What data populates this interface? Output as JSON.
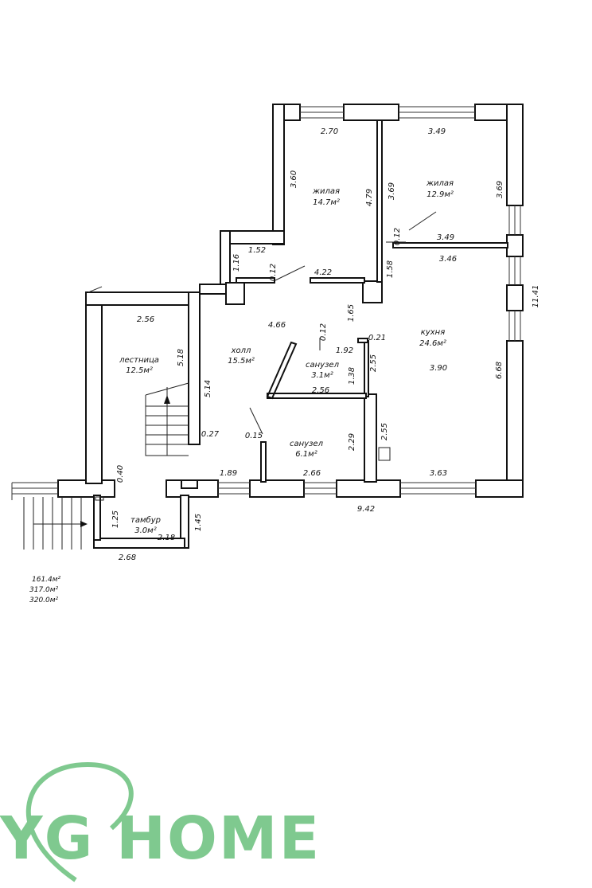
{
  "rooms": {
    "living1": {
      "name": "жилая",
      "area": "14.7м²"
    },
    "living2": {
      "name": "жилая",
      "area": "12.9м²"
    },
    "stairs": {
      "name": "лестница",
      "area": "12.5м²"
    },
    "hall": {
      "name": "холл",
      "area": "15.5м²"
    },
    "kitchen": {
      "name": "кухня",
      "area": "24.6м²"
    },
    "bath1": {
      "name": "санузел",
      "area": "3.1м²"
    },
    "bath2": {
      "name": "санузел",
      "area": "6.1м²"
    },
    "vestibule": {
      "name": "тамбур",
      "area": "3.0м²"
    }
  },
  "dims": {
    "d270": "2.70",
    "d349a": "3.49",
    "d360": "3.60",
    "d479": "4.79",
    "d369a": "3.69",
    "d369b": "3.69",
    "d012a": "0.12",
    "d349b": "3.49",
    "d346": "3.46",
    "d152": "1.52",
    "d116": "1.16",
    "d012b": "0.12",
    "d422": "4.22",
    "d158": "1.58",
    "d1141": "11.41",
    "d256a": "2.56",
    "d466": "4.66",
    "d165": "1.65",
    "d012c": "0.12",
    "d021": "0.21",
    "d192": "1.92",
    "d518": "5.18",
    "d255a": "2.55",
    "d138": "1.38",
    "d390": "3.90",
    "d668": "6.68",
    "d256b": "2.56",
    "d514": "5.14",
    "d027": "0.27",
    "d015": "0.15",
    "d229": "2.29",
    "d255b": "2.55",
    "d040": "0.40",
    "d189": "1.89",
    "d266": "2.66",
    "d363": "3.63",
    "d942": "9.42",
    "d125": "1.25",
    "d145": "1.45",
    "d218": "2.18",
    "d268": "2.68"
  },
  "totals": [
    "161.4м²",
    "317.0м²",
    "320.0м²"
  ],
  "logo": {
    "text": "YG HOME",
    "color": "#7fc98f"
  }
}
